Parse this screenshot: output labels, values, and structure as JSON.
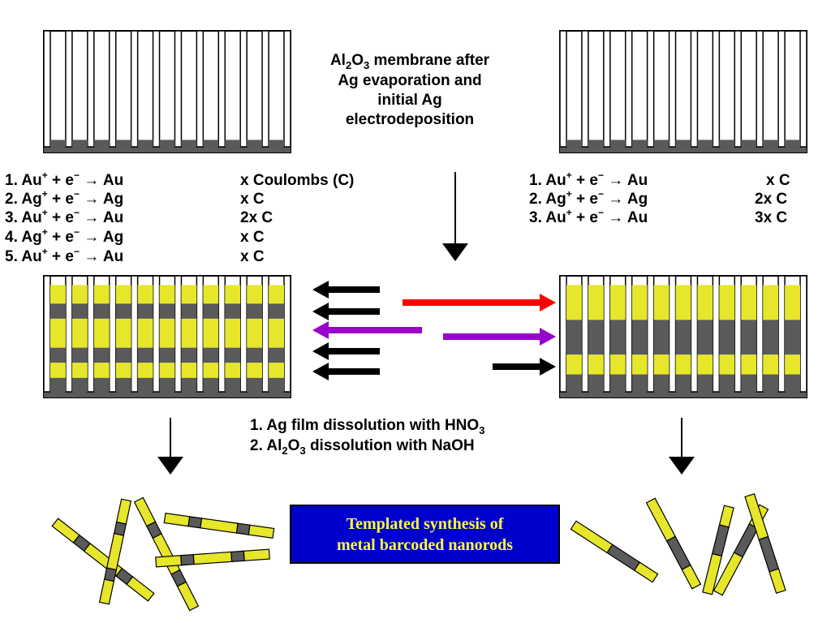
{
  "caption_top": [
    "Al2O3 membrane after",
    "Ag evaporation and",
    "initial Ag",
    "electrodeposition"
  ],
  "left_steps": [
    {
      "n": "1.",
      "reaction": "Au+ + e− → Au",
      "charge": "x Coulombs (C)"
    },
    {
      "n": "2.",
      "reaction": "Ag+ + e− → Ag",
      "charge": "x C"
    },
    {
      "n": "3.",
      "reaction": "Au+ + e− → Au",
      "charge": "2x C"
    },
    {
      "n": "4.",
      "reaction": "Ag+ + e− → Ag",
      "charge": "x C"
    },
    {
      "n": "5.",
      "reaction": "Au+ + e− → Au",
      "charge": "x C"
    }
  ],
  "right_steps": [
    {
      "n": "1.",
      "reaction": "Au+ + e− → Au",
      "charge": "x C"
    },
    {
      "n": "2.",
      "reaction": "Ag+ + e− → Ag",
      "charge": "2x C"
    },
    {
      "n": "3.",
      "reaction": "Au+ + e− → Au",
      "charge": "3x C"
    }
  ],
  "dissolution_steps": [
    "1. Ag film dissolution with HNO3",
    "2. Al2O3 dissolution with NaOH"
  ],
  "title_box": [
    "Templated synthesis of",
    "metal barcoded nanorods"
  ],
  "colors": {
    "gold": "#e6e62a",
    "silver": "#5a5a5a",
    "red": "#ff0000",
    "purple": "#9900cc",
    "black": "#000000",
    "box_blue": "#0000cc",
    "box_text": "#ffff33"
  }
}
